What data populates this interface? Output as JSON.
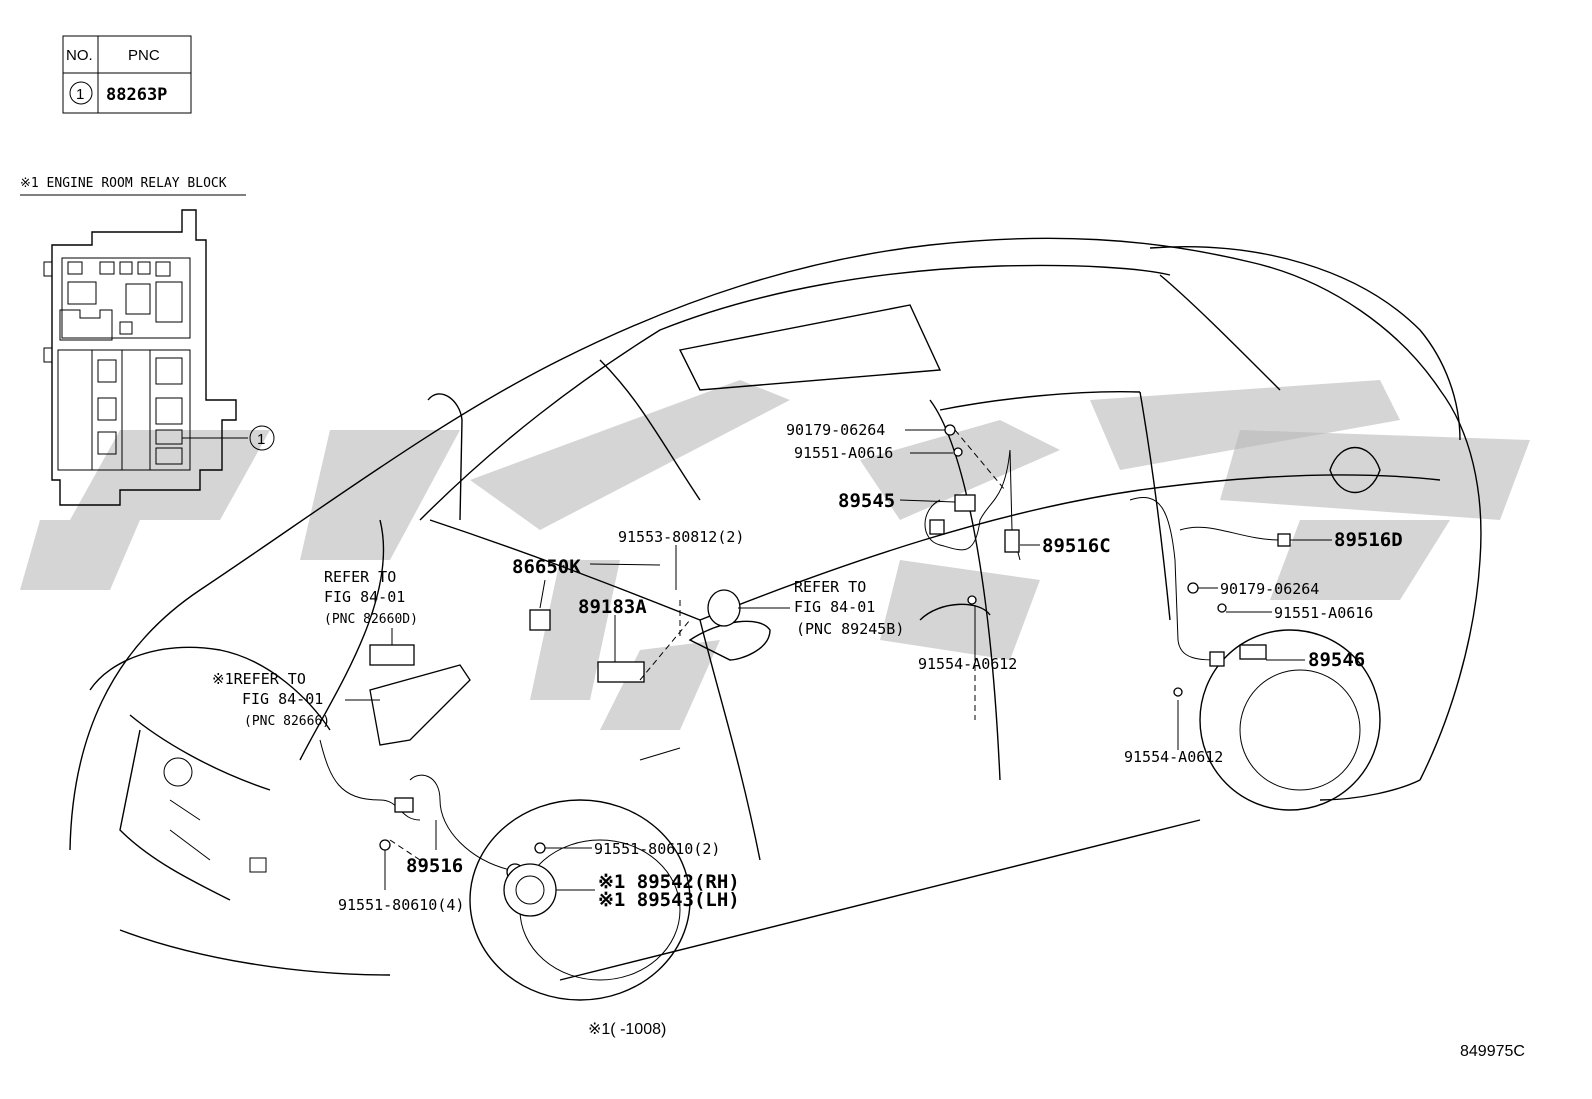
{
  "table": {
    "headers": [
      "NO.",
      "PNC"
    ],
    "rows": [
      {
        "no": "1",
        "pnc": "88263P"
      }
    ]
  },
  "inset": {
    "title": "※1 ENGINE ROOM RELAY BLOCK",
    "callout": "1"
  },
  "callouts": {
    "c90179_top": "90179-06264",
    "c91551_top": "91551-A0616",
    "c89545": "89545",
    "c89516C": "89516C",
    "c89516D": "89516D",
    "c90179_right": "90179-06264",
    "c91551_right": "91551-A0616",
    "c89546": "89546",
    "c91554_mid": "91554-A0612",
    "c91554_right": "91554-A0612",
    "c91553": "91553-80812(2)",
    "c86650K": "86650K",
    "c89183A": "89183A",
    "ref_mid_1": "REFER TO",
    "ref_mid_2": "FIG 84-01",
    "ref_mid_3": "(PNC 89245B)",
    "ref_left_1": "REFER TO",
    "ref_left_2": "FIG 84-01",
    "ref_left_3": "(PNC 82660D)",
    "ref_x_1": "※1REFER TO",
    "ref_x_2": "FIG 84-01",
    "ref_x_3": "(PNC 82666)",
    "c89516": "89516",
    "c91551_806_2": "91551-80610(2)",
    "c91551_806_4": "91551-80610(4)",
    "c89542": "※1 89542(RH)",
    "c89543": "※1 89543(LH)"
  },
  "footnote": "※1(      -1008)",
  "figure_code": "849975C"
}
